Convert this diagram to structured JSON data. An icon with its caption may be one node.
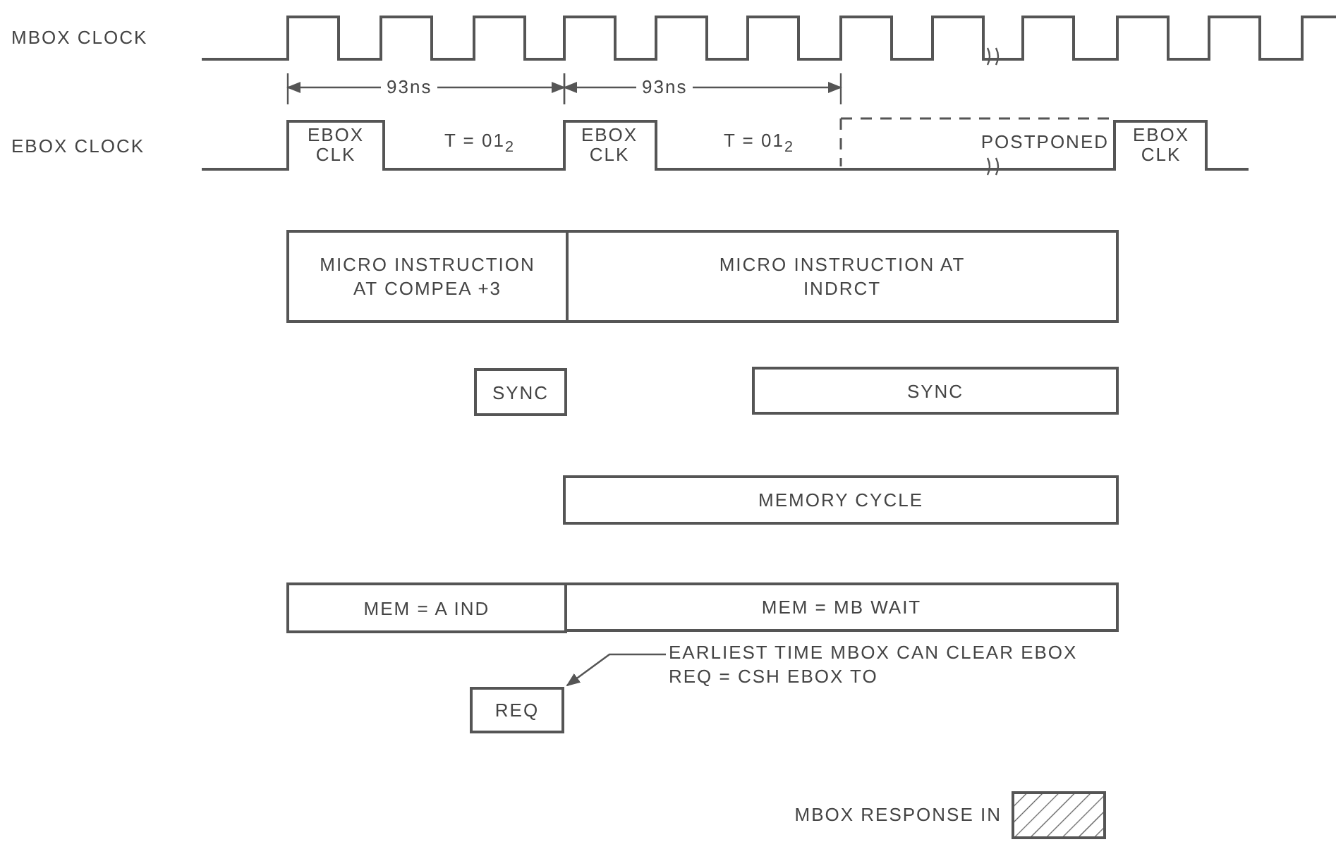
{
  "diagram": {
    "nodes": [
      {
        "text": [
          "MICRO INSTRUCTION AT COMPEA +3"
        ]
      },
      {
        "text": [
          "MICRO INSTRUCTION AT INDRCT"
        ]
      },
      {
        "text": [
          "SYNC"
        ]
      },
      {
        "text": [
          "SYNC"
        ]
      },
      {
        "text": [
          "MEMORY CYCLE"
        ]
      },
      {
        "text": [
          "MEM = A IND"
        ]
      },
      {
        "text": [
          "MEM = MB WAIT"
        ]
      },
      {
        "text": [
          "EARLIEST TIME MBOX CAN CLEAR EBOX REQ = CSH EBOX TO"
        ]
      },
      {
        "text": [
          "REQ"
        ]
      }
    ],
    "edges": [
      {
        "from": 7,
        "to": 8,
        "arrow": "to"
      }
    ],
    "labels": [
      "MBOX CLOCK",
      "93ns",
      "93ns",
      "EBOX CLOCK",
      "EBOX CLK",
      "T = 01$_{2}$",
      "EBOX CLK",
      "T = 01$_{2}$",
      "POSTPONED",
      "EBOX CLK"
    ],
    "legend": [
      {
        "text": "MBOX RESPONSE IN"
      }
    ]
  }
}
